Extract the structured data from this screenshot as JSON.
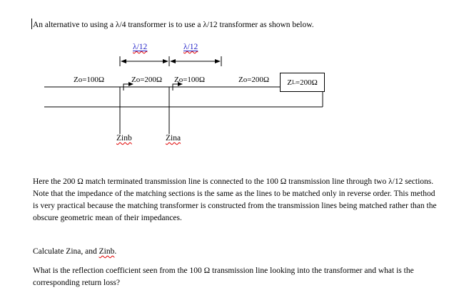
{
  "colors": {
    "field_blue": "#2323C8",
    "squiggle_red": "#E00000"
  },
  "intro": {
    "text": "An alternative to using a λ/4 transformer is to use a λ/12 transformer as shown below."
  },
  "diagram": {
    "dim_labels": {
      "left": "λ/12",
      "right": "λ/12"
    },
    "impedance_labels": [
      "Zo=100Ω",
      "Zo=200Ω",
      "Zo=100Ω",
      "Zo=200Ω"
    ],
    "load": {
      "prefix": "Z",
      "sub": "L",
      "suffix": "=200Ω"
    },
    "probe_labels": {
      "left": "Zinb",
      "right": "Zina"
    }
  },
  "body": {
    "paragraph_1": "Here the 200 Ω match terminated transmission line is connected to the 100 Ω transmission line through two λ/12 sections.  Note that the impedance of the matching sections is the same as the lines to be matched only in reverse order.  This method is very practical because the matching transformer is constructed from the transmission lines being matched rather than the obscure geometric mean of their impedances.",
    "calculate": {
      "prefix": "Calculate Zina, and ",
      "underlined": "Zinb",
      "suffix": "."
    },
    "paragraph_3": "What is the reflection coefficient seen from the 100 Ω transmission line looking into the transformer and what is the corresponding return loss?"
  }
}
